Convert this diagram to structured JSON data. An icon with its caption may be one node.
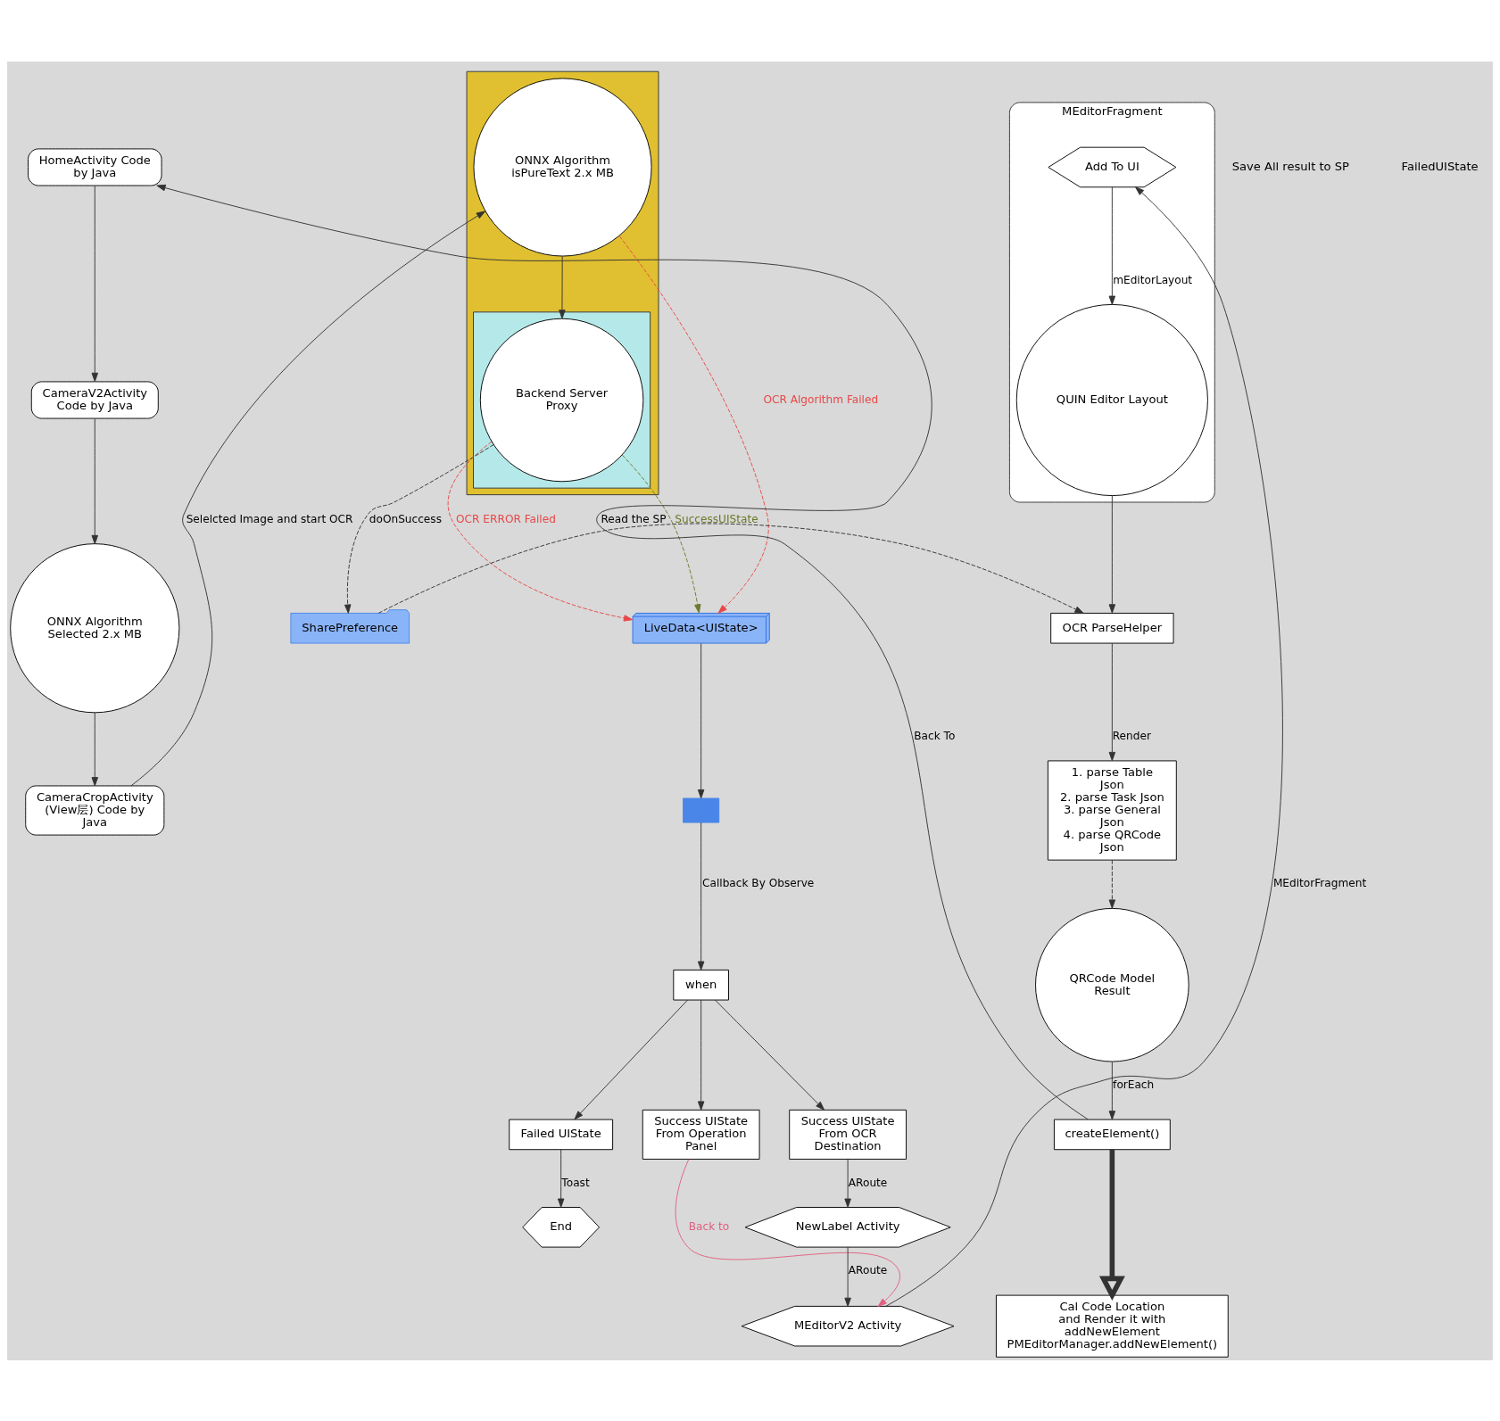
{
  "diagram": {
    "nodes": [
      {
        "text": [
          "HomeActivity Code by Java"
        ]
      },
      {
        "text": [
          "CameraV2Activity Code by Java"
        ]
      },
      {
        "text": [
          "ONNX Algorithm Selected 2.x MB"
        ]
      },
      {
        "text": [
          "CameraCropActivity (View层) Code by Java"
        ]
      },
      {
        "text": [],
        "shape": "box"
      },
      {
        "text": [
          "ONNX Algorithm isPureText 2.x MB"
        ],
        "in": 4
      },
      {
        "text": [],
        "shape": "box",
        "in": 4
      },
      {
        "text": [
          "Backend Server Proxy"
        ],
        "in": 6
      },
      {
        "text": [
          "SharePreference"
        ]
      },
      {
        "text": [
          "LiveData<UIState>"
        ]
      },
      {
        "text": [],
        "shape": "box"
      },
      {
        "text": [
          "when"
        ]
      },
      {
        "text": [
          "Failed UIState"
        ]
      },
      {
        "text": [
          "End"
        ]
      },
      {
        "text": [
          "Success UIState From OCR Destination"
        ]
      },
      {
        "text": [
          "Success UIState From Operation Panel"
        ]
      },
      {
        "text": [
          "NewLabel Activity"
        ]
      },
      {
        "text": [
          "MEditorV2 Activity"
        ]
      },
      {
        "text": [
          "MEditorFragment"
        ]
      },
      {
        "text": [
          "Add To UI"
        ],
        "in": 18
      },
      {
        "text": [
          "QUIN Editor Layout"
        ],
        "in": 18
      },
      {
        "text": [
          "OCR ParseHelper"
        ]
      },
      {
        "text": [
          "1. parse Table Json",
          "2. parse Task Json",
          "3. parse General Json",
          "4. parse QRCode Json"
        ]
      },
      {
        "text": [
          "QRCode Model Result"
        ]
      },
      {
        "text": [
          "createElement()"
        ]
      },
      {
        "text": [
          "Cal Code Location and Render it with addNewElement",
          "PMEditorManager.addNewElement()"
        ]
      }
    ],
    "edges": [
      {
        "from": 0,
        "to": 1,
        "arrow": "to"
      },
      {
        "from": 1,
        "to": 2,
        "arrow": "to"
      },
      {
        "from": 2,
        "to": 3,
        "arrow": "to"
      },
      {
        "from": 3,
        "to": 5,
        "arrow": "to",
        "label": "Selelcted Image and start OCR"
      },
      {
        "from": 5,
        "to": 7,
        "arrow": "to"
      },
      {
        "from": 7,
        "to": 8,
        "arrow": "to",
        "style": "dashed",
        "label": "doOnSuccess"
      },
      {
        "from": 7,
        "to": 9,
        "arrow": "to",
        "style": "dashed",
        "color": "#6b7a2a",
        "label": "SuccessUIState"
      },
      {
        "from": 5,
        "to": 9,
        "arrow": "to",
        "style": "dashed",
        "color": "#e84848",
        "label": "OCR Algorithm Failed"
      },
      {
        "from": 7,
        "to": 9,
        "arrow": "to",
        "style": "dashed",
        "color": "#e84848",
        "label": "OCR ERROR Failed"
      },
      {
        "from": 9,
        "to": 10,
        "arrow": "to"
      },
      {
        "from": 10,
        "to": 11,
        "arrow": "to",
        "label": "Callback By Observe"
      },
      {
        "from": 11,
        "to": 12,
        "arrow": "to"
      },
      {
        "from": 11,
        "to": 14,
        "arrow": "to"
      },
      {
        "from": 11,
        "to": 15,
        "arrow": "to"
      },
      {
        "from": 12,
        "to": 13,
        "arrow": "to",
        "label": "Toast"
      },
      {
        "from": 14,
        "to": 16,
        "arrow": "to",
        "label": "ARoute"
      },
      {
        "from": 16,
        "to": 17,
        "arrow": "to",
        "label": "ARoute"
      },
      {
        "from": 17,
        "to": 19,
        "arrow": "to",
        "label": "MEditorFragment"
      },
      {
        "from": 19,
        "to": 20,
        "arrow": "to",
        "label": "mEditorLayout"
      },
      {
        "from": 15,
        "to": 17,
        "arrow": "to",
        "color": "#e06080",
        "label": "Back to"
      },
      {
        "from": 20,
        "to": 21,
        "arrow": "to"
      },
      {
        "from": 8,
        "to": 21,
        "arrow": "to",
        "style": "dashed",
        "label": "Read the SP"
      },
      {
        "from": 21,
        "to": 22,
        "arrow": "to",
        "label": "Render"
      },
      {
        "from": 22,
        "to": 23,
        "arrow": "to",
        "style": "dashed"
      },
      {
        "from": 23,
        "to": 24,
        "arrow": "to",
        "label": "forEach"
      },
      {
        "from": 24,
        "to": 25,
        "arrow": "to",
        "style": "thick"
      },
      {
        "from": 24,
        "to": 0,
        "arrow": "to",
        "label": "Back To"
      }
    ],
    "labels": [
      "Save All result to SP",
      "FailedUIState"
    ]
  }
}
